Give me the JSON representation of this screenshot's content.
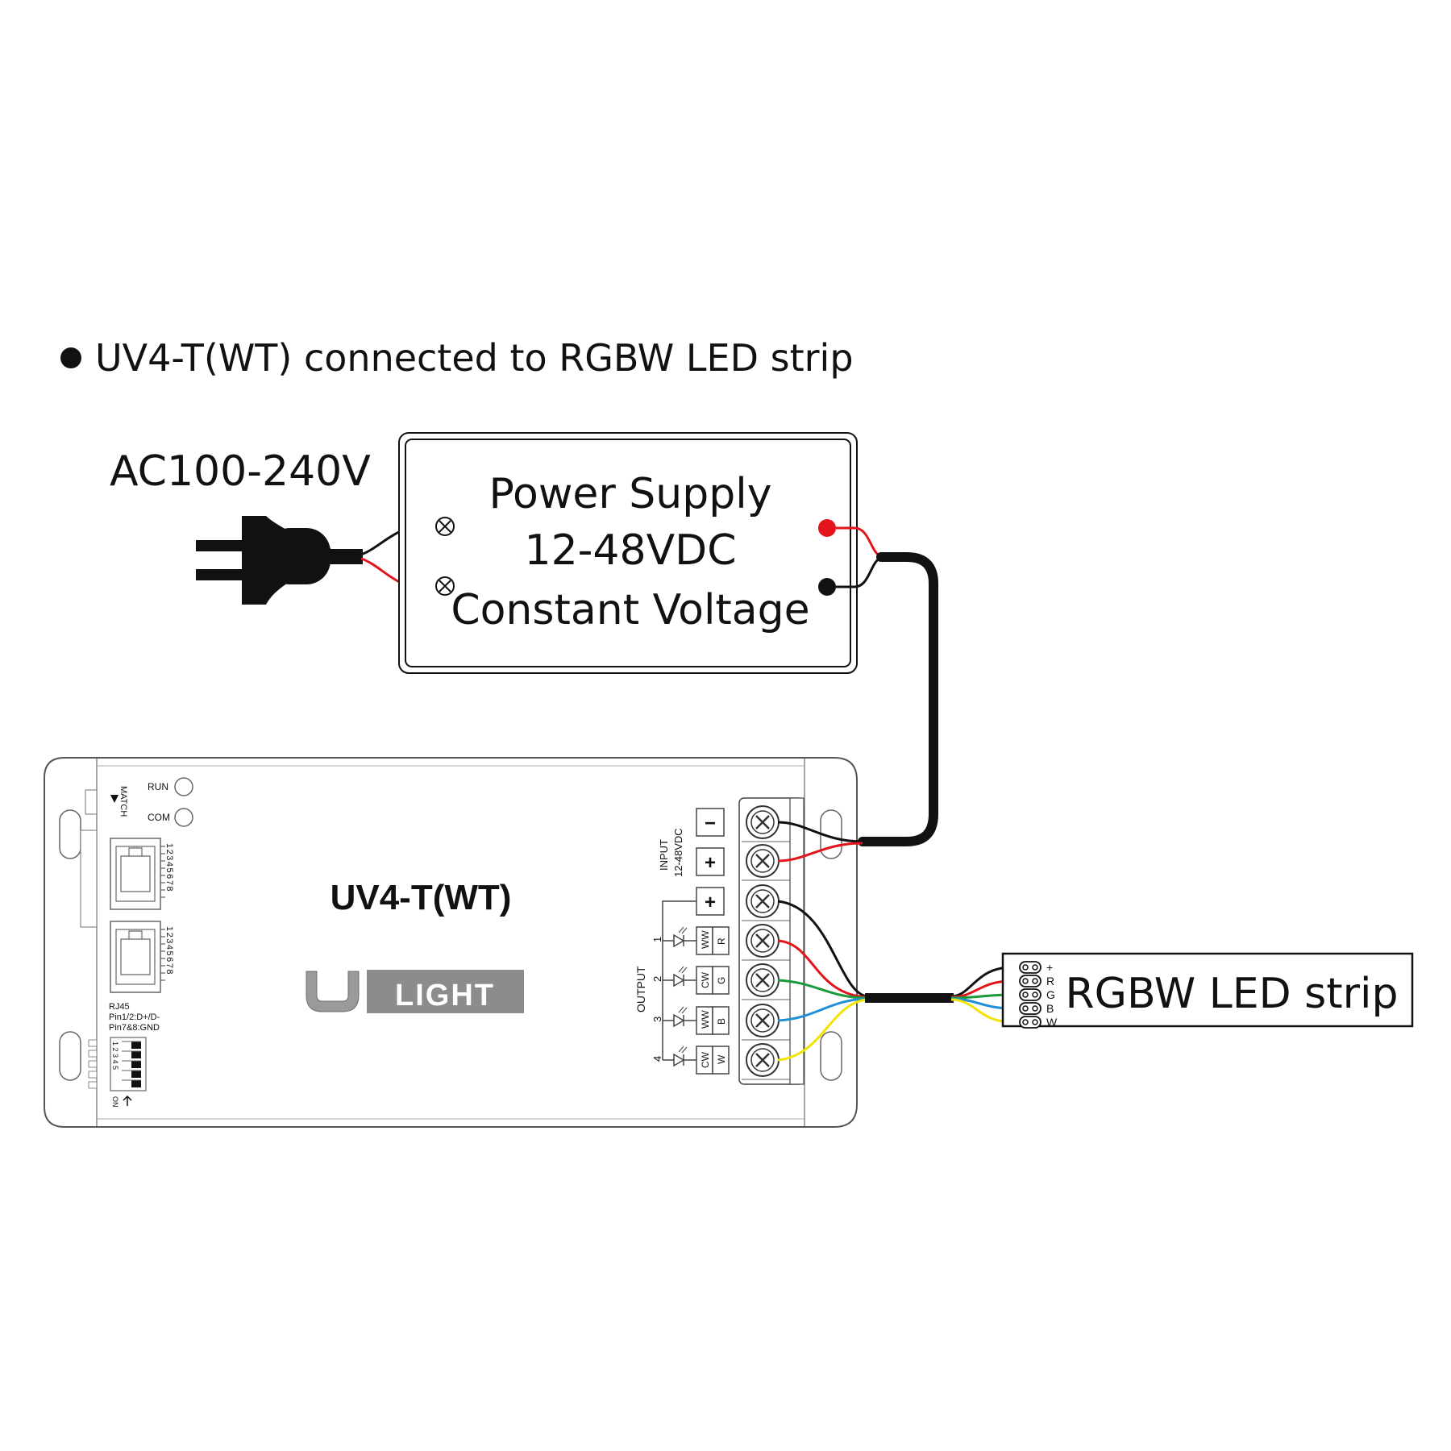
{
  "title": "UV4-T(WT)  connected to RGBW LED strip",
  "ac_label": "AC100-240V",
  "power_supply": {
    "line1": "Power Supply",
    "line2": "12-48VDC",
    "line3": "Constant Voltage"
  },
  "controller": {
    "model": "UV4-T(WT)",
    "brand": "LIGHT",
    "brand_initial": "U",
    "run_label": "RUN",
    "com_label": "COM",
    "match_label": "MATCH",
    "rj45_pins": "12345678",
    "rj45_note_1": "RJ45",
    "rj45_note_2": "Pin1/2:D+/D-",
    "rj45_note_3": "Pin7&8:GND",
    "dip_numbers": "1 2 3 4 5",
    "dip_on": "ON",
    "input_label": "INPUT",
    "input_voltage": "12-48VDC",
    "minus": "−",
    "plus": "+",
    "output_label": "OUTPUT",
    "channels": [
      {
        "num": "1",
        "tone": "WW",
        "color": "R"
      },
      {
        "num": "2",
        "tone": "CW",
        "color": "G"
      },
      {
        "num": "3",
        "tone": "WW",
        "color": "B"
      },
      {
        "num": "4",
        "tone": "CW",
        "color": "W"
      }
    ]
  },
  "strip": {
    "label": "RGBW LED strip",
    "pins": [
      "+",
      "R",
      "G",
      "B",
      "W"
    ]
  },
  "colors": {
    "red": "#e3141b",
    "green": "#1a9a3a",
    "blue": "#1f8fd6",
    "yellow": "#f2e300",
    "black": "#111111"
  }
}
